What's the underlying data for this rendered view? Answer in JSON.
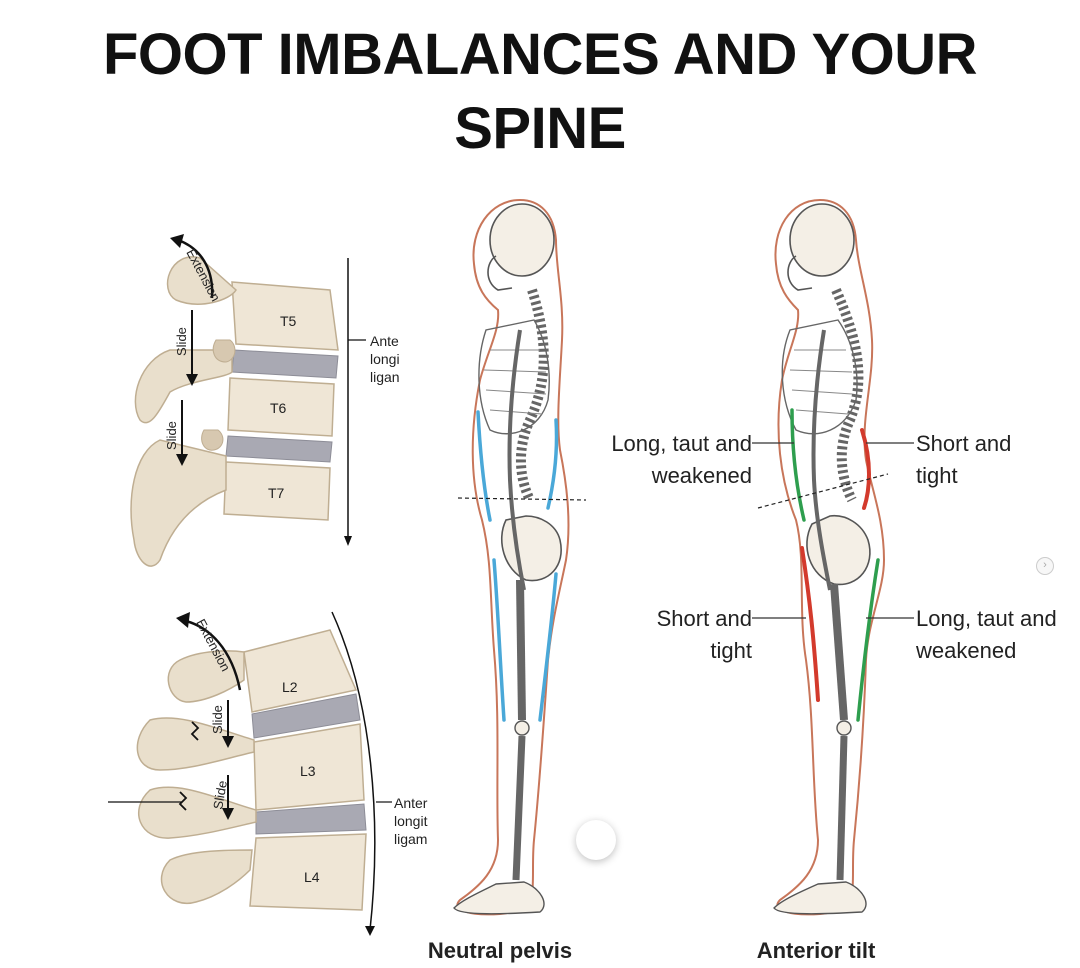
{
  "title_line1": "FOOT IMBALANCES AND YOUR",
  "title_line2": "SPINE",
  "thoracic": {
    "vertebrae": [
      "T5",
      "T6",
      "T7"
    ],
    "motion_extension": "Extension",
    "motion_slide": "Slide",
    "ligament_label": [
      "Ante",
      "longi",
      "ligan"
    ]
  },
  "lumbar": {
    "vertebrae": [
      "L2",
      "L3",
      "L4"
    ],
    "motion_extension": "Extension",
    "motion_slide": "Slide",
    "ligament_label": [
      "Anter",
      "longit",
      "ligam"
    ]
  },
  "figures": {
    "neutral_caption": "Neutral pelvis",
    "tilt_caption": "Anterior tilt",
    "labels": {
      "left_upper": [
        "Long, taut and",
        "weakened"
      ],
      "right_upper": [
        "Short and",
        "tight"
      ],
      "left_lower": [
        "Short and",
        "tight"
      ],
      "right_lower": [
        "Long, taut and",
        "weakened"
      ]
    }
  },
  "colors": {
    "bone": "#efe6d6",
    "bone_shadow": "#d7c8b0",
    "disc": "#a9a9b3",
    "outline": "#c8765a",
    "neutral_muscle": "#4aa8d8",
    "weak_muscle": "#2e9e4e",
    "tight_muscle": "#d33a2c"
  },
  "icons": {
    "nav": "chevron-right-icon",
    "dot": "circle-dot-icon"
  },
  "nav_glyph": "›"
}
